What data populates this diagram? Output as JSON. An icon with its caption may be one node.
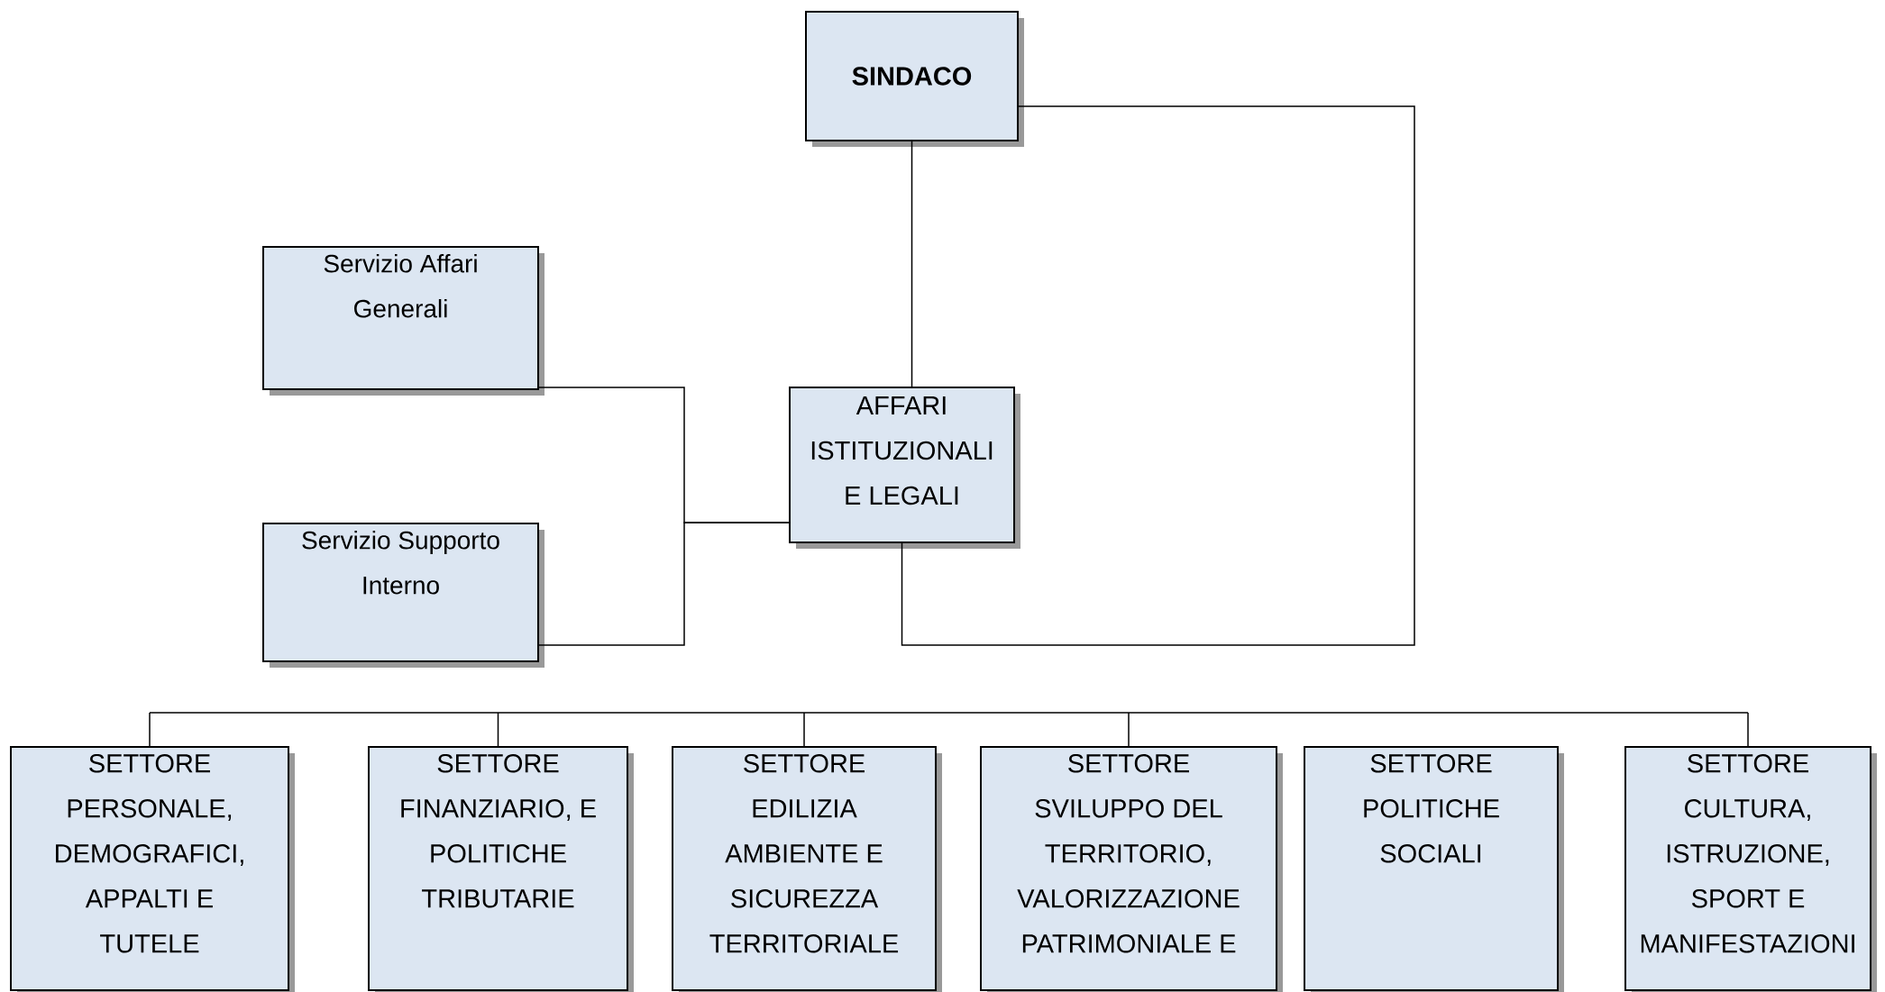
{
  "diagram": {
    "nodes": [
      {
        "text": [
          "SINDACO"
        ]
      },
      {
        "text": [
          "Servizio Affari Generali"
        ]
      },
      {
        "text": [
          "AFFARI ISTITUZIONALI E LEGALI"
        ]
      },
      {
        "text": [
          "Servizio Supporto Interno"
        ]
      },
      {
        "text": [
          "SETTORE PERSONALE, DEMOGRAFICI, APPALTI E TUTELE"
        ]
      },
      {
        "text": [
          "SETTORE FINANZIARIO, E POLITICHE TRIBUTARIE"
        ]
      },
      {
        "text": [
          "SETTORE EDILIZIA AMBIENTE E SICUREZZA TERRITORIALE"
        ]
      },
      {
        "text": [
          "SETTORE SVILUPPO DEL TERRITORIO, VALORIZZAZIONE PATRIMONIALE E"
        ]
      },
      {
        "text": [
          "SETTORE POLITICHE SOCIALI"
        ]
      },
      {
        "text": [
          "SETTORE CULTURA, ISTRUZIONE, SPORT E MANIFESTAZIONI"
        ]
      }
    ],
    "edges": [
      {
        "from": 0,
        "to": 2,
        "arrow": "none"
      },
      {
        "from": 0,
        "to": 2,
        "arrow": "none"
      },
      {
        "from": 1,
        "to": 2,
        "arrow": "none"
      },
      {
        "from": 3,
        "to": 2,
        "arrow": "none"
      },
      {
        "from": null,
        "to": 4,
        "arrow": "none"
      },
      {
        "from": null,
        "to": 5,
        "arrow": "none"
      },
      {
        "from": null,
        "to": 6,
        "arrow": "none"
      },
      {
        "from": null,
        "to": 7,
        "arrow": "none"
      },
      {
        "from": null,
        "to": 9,
        "arrow": "none"
      }
    ]
  }
}
